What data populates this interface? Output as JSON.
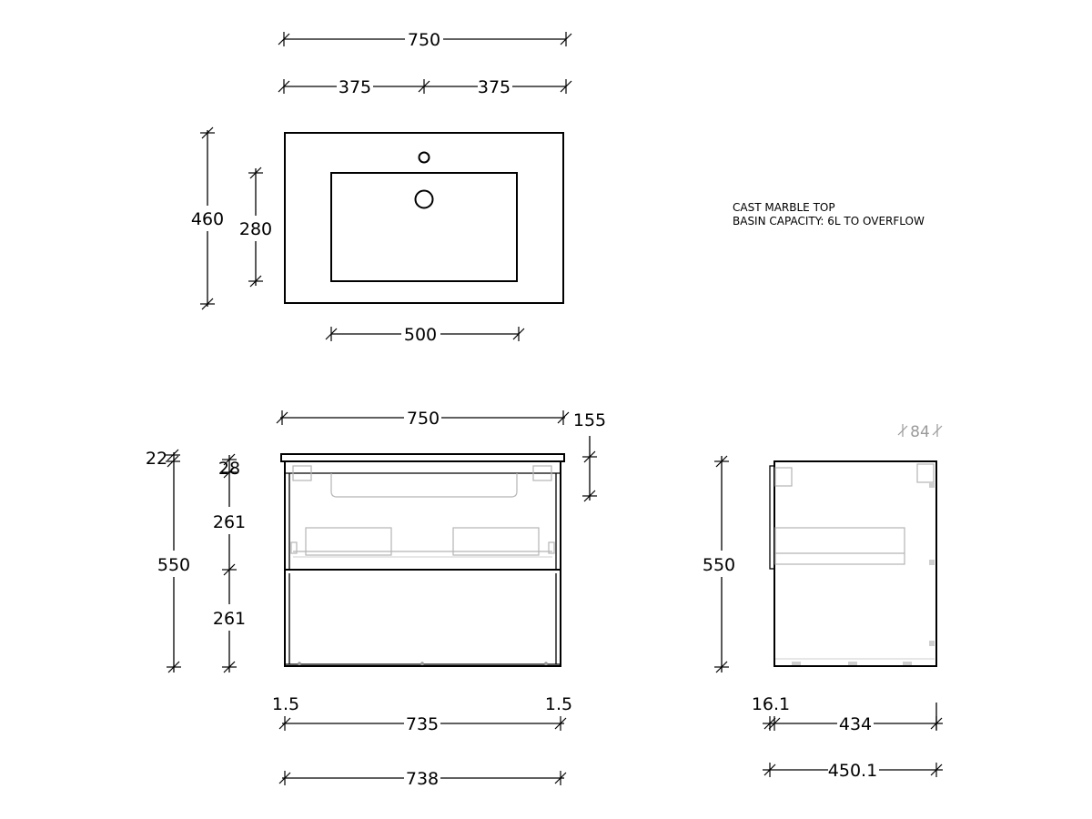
{
  "notes": {
    "line1": "CAST MARBLE TOP",
    "line2": "BASIN CAPACITY: 6L TO OVERFLOW"
  },
  "top_view": {
    "overall_width": "750",
    "half_width_left": "375",
    "half_width_right": "375",
    "overall_depth": "460",
    "basin_depth": "280",
    "basin_width": "500"
  },
  "front_view": {
    "overall_width": "750",
    "top_thickness": "22",
    "top_height": "155",
    "height": "550",
    "gap": "28",
    "drawer_upper": "261",
    "drawer_lower": "261",
    "side_left": "1.5",
    "side_right": "1.5",
    "inner_width": "735",
    "carcass_width": "738"
  },
  "side_view": {
    "height": "550",
    "drawer_front": "16.1",
    "carcass_depth": "434",
    "overall_depth": "450.1",
    "recess": "84"
  }
}
